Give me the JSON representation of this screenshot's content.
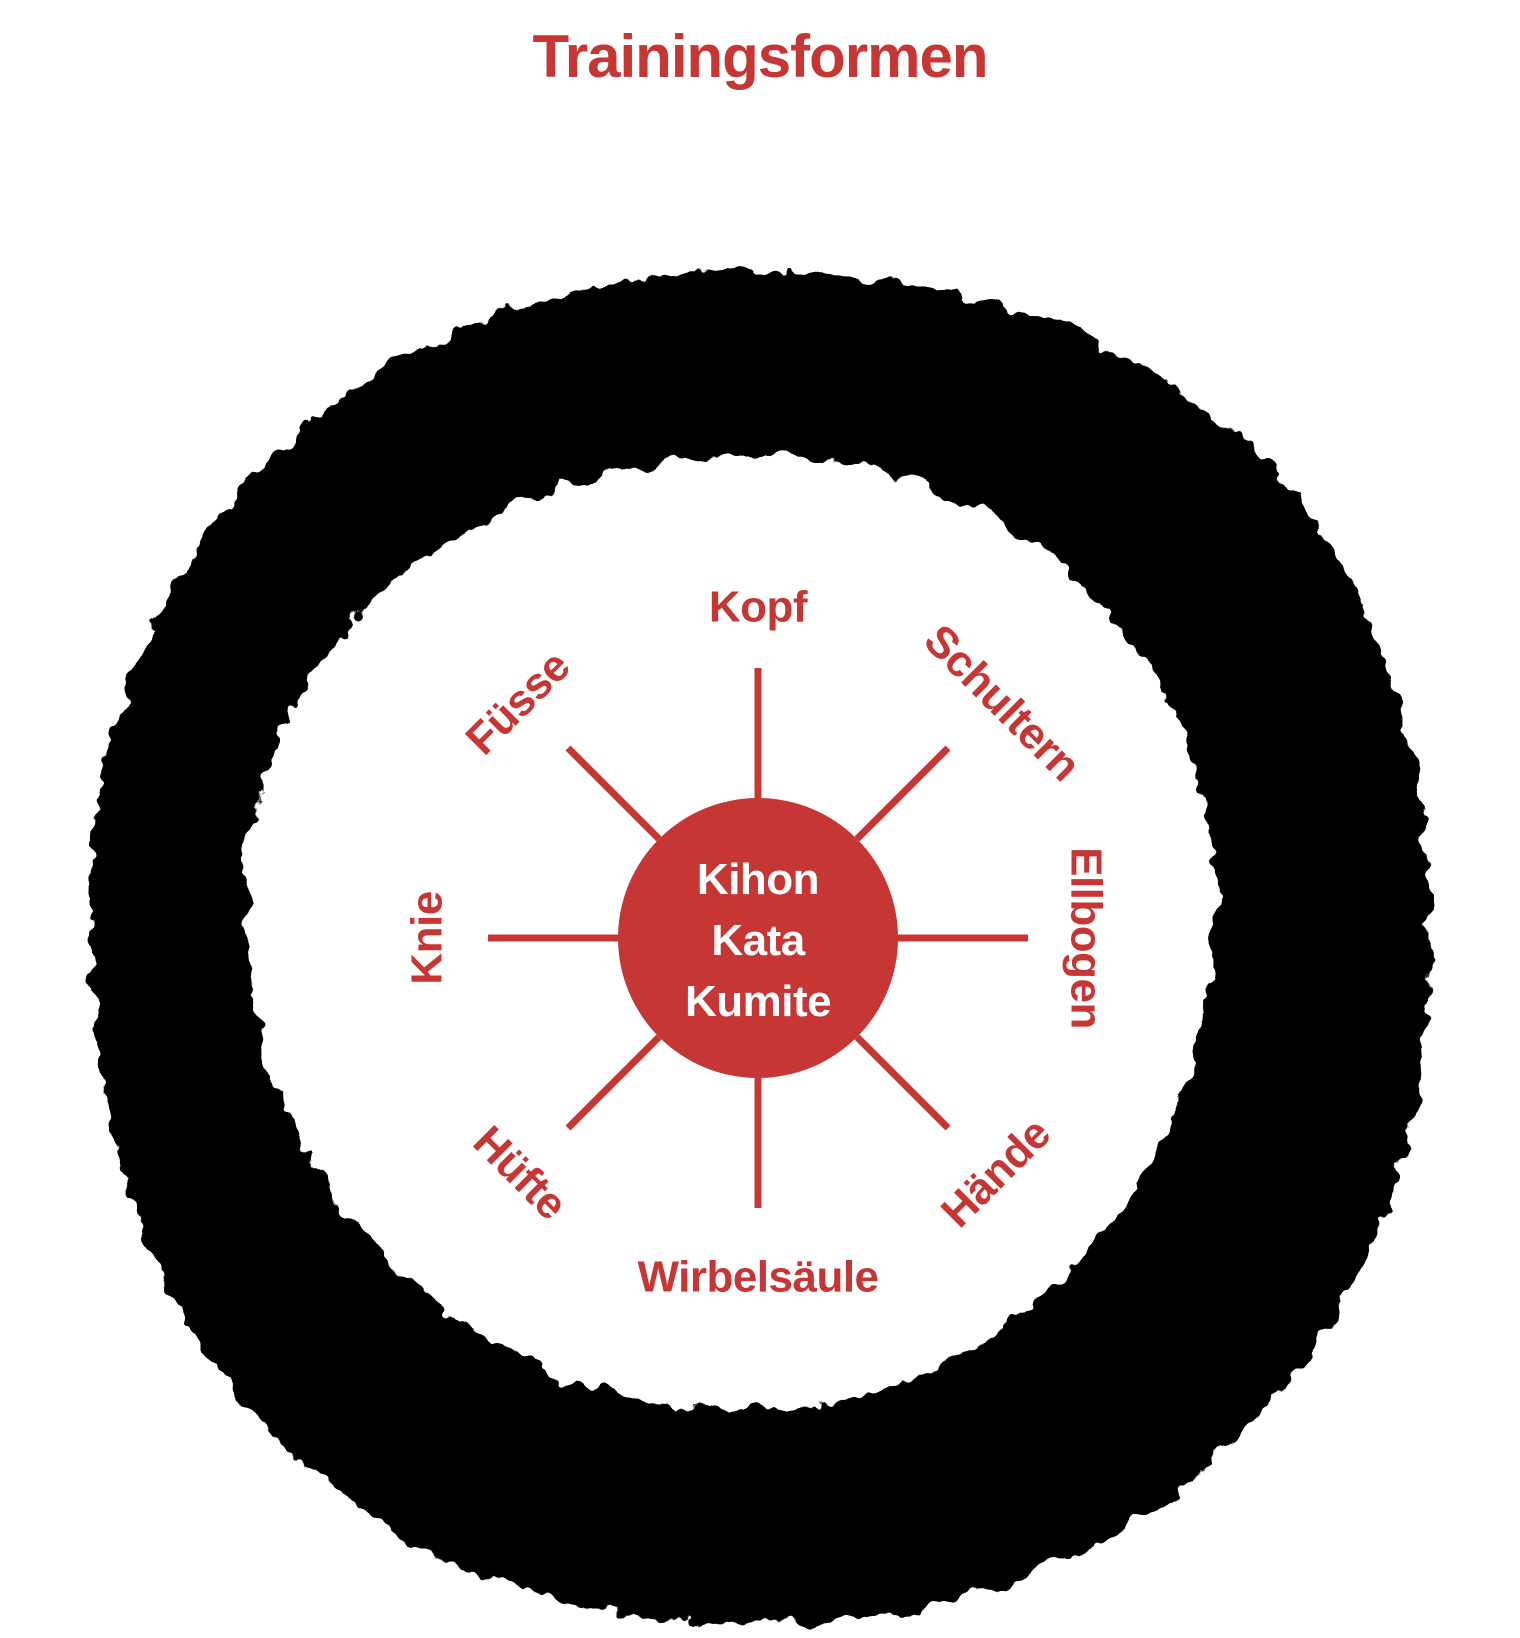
{
  "title": "Trainingsformen",
  "colors": {
    "accent": "#c53634",
    "ink": "#000000",
    "background": "#ffffff",
    "center_text": "#ffffff"
  },
  "center": {
    "lines": [
      "Kihon",
      "Kata",
      "Kumite"
    ]
  },
  "spokes": [
    {
      "label": "Kopf"
    },
    {
      "label": "Schultern"
    },
    {
      "label": "Ellbogen"
    },
    {
      "label": "Hände"
    },
    {
      "label": "Wirbelsäule"
    },
    {
      "label": "Hüfte"
    },
    {
      "label": "Knie"
    },
    {
      "label": "Füsse"
    }
  ],
  "decoration": {
    "ring": "enso-brush-circle"
  }
}
